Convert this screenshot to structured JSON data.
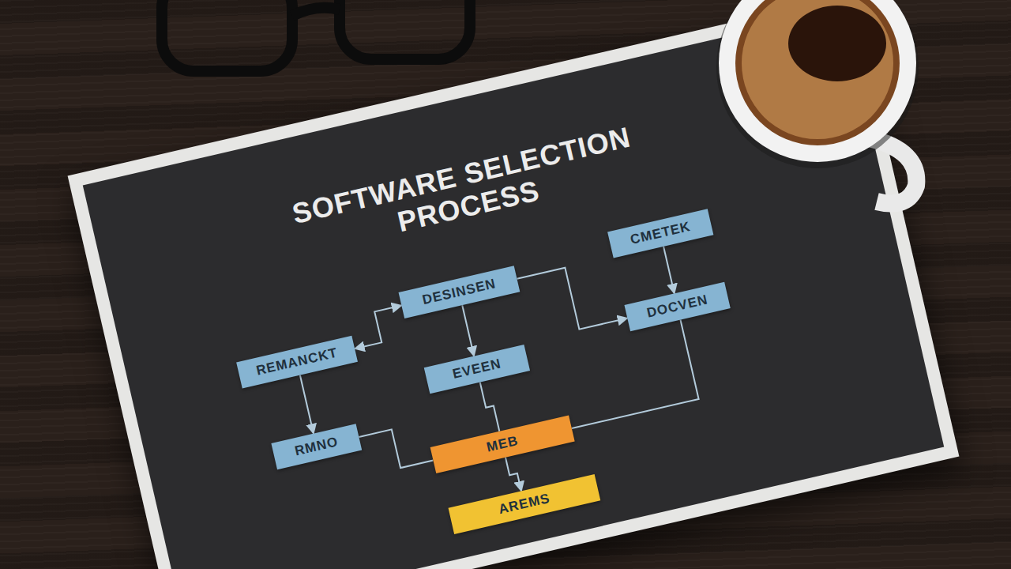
{
  "diagram": {
    "title": "SOFTWARE SELECTION PROCESS",
    "nodes": [
      {
        "text": [
          "CMETEK"
        ]
      },
      {
        "text": [
          "DESINSEN"
        ]
      },
      {
        "text": [
          "REMANCKT"
        ]
      },
      {
        "text": [
          "DOCVEN"
        ]
      },
      {
        "text": [
          "EVEEN"
        ]
      },
      {
        "text": [
          "RMNO"
        ]
      },
      {
        "text": [
          "MEB"
        ]
      },
      {
        "text": [
          "AREMS"
        ]
      }
    ],
    "edges": [
      {
        "from": 2,
        "to": 1,
        "arrow": "both"
      },
      {
        "from": 1,
        "to": 4,
        "arrow": "to"
      },
      {
        "from": 0,
        "to": 3,
        "arrow": "to"
      },
      {
        "from": 2,
        "to": 5,
        "arrow": "to"
      },
      {
        "from": 4,
        "to": 6,
        "arrow": "none"
      },
      {
        "from": 5,
        "to": 6,
        "arrow": "none"
      },
      {
        "from": 3,
        "to": 6,
        "arrow": "none"
      },
      {
        "from": 6,
        "to": 7,
        "arrow": "to"
      },
      {
        "from": 1,
        "to": 3,
        "arrow": "to"
      }
    ]
  }
}
